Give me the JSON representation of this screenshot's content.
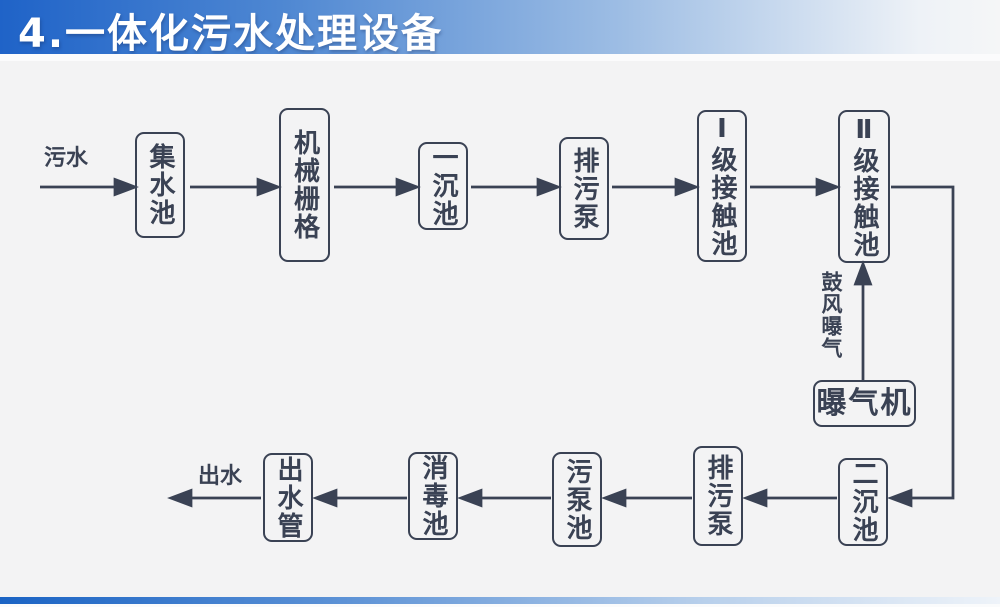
{
  "title": "4.一体化污水处理设备",
  "colors": {
    "ink": "#3a4254",
    "background": "#f3f3f4",
    "title_gradient_start": "#1f63c8",
    "title_gradient_end": "#f5f6f7",
    "bottom_bar_gradient_start": "#1a63c4",
    "bottom_bar_gradient_end": "#eef3f9"
  },
  "flow": {
    "input_label": "污水",
    "output_label": "出水",
    "aeration_label": "鼓风曝气",
    "top_row": [
      "集水池",
      "机械栅格",
      "一沉池",
      "排污泵",
      "Ⅰ级接触池",
      "Ⅱ级接触池"
    ],
    "aerator": "曝气机",
    "bottom_row": [
      "二沉池",
      "排污泵",
      "污泵池",
      "消毒池",
      "出水管"
    ]
  }
}
